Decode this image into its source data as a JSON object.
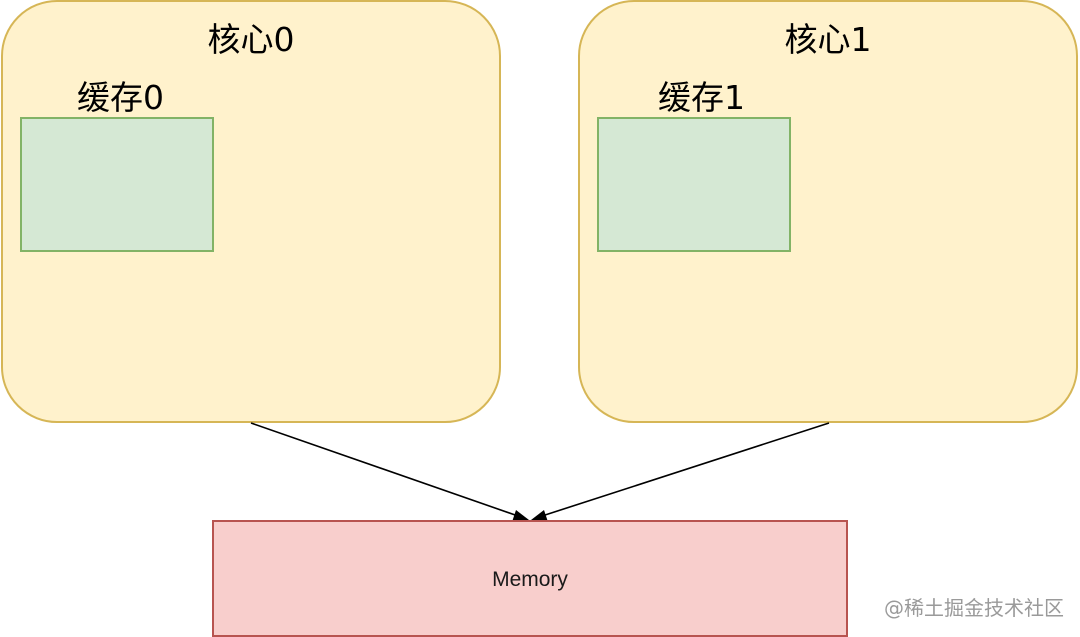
{
  "cores": [
    {
      "title": "核心0",
      "cache_label": "缓存0"
    },
    {
      "title": "核心1",
      "cache_label": "缓存1"
    }
  ],
  "memory": {
    "label": "Memory"
  },
  "watermark": "@稀土掘金技术社区",
  "colors": {
    "core_fill": "#fff2cc",
    "core_stroke": "#d6b656",
    "cache_fill": "#d5e8d4",
    "cache_stroke": "#82b366",
    "memory_fill": "#f8cecc",
    "memory_stroke": "#b85450",
    "arrow": "#000000"
  }
}
